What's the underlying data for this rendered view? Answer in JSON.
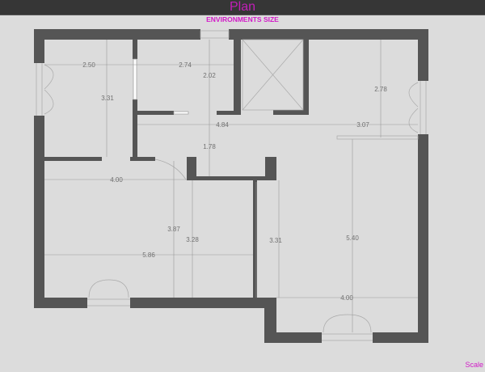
{
  "header": {
    "title": "Plan",
    "subtitle": "ENVIRONMENTS SIZE"
  },
  "footer": {
    "scale_label": "Scale"
  },
  "colors": {
    "wall": "#555555",
    "accent": "#d21bc8",
    "background": "#dcdcdc"
  },
  "dimensions": {
    "d1": "2.50",
    "d2": "2.74",
    "d3": "2.02",
    "d4": "3.31",
    "d5": "2.78",
    "d6": "4.84",
    "d7": "3.07",
    "d8": "1.78",
    "d9": "4.00",
    "d10": "3.87",
    "d11": "3.28",
    "d12": "3.31",
    "d13": "5.86",
    "d14": "5.40",
    "d15": "4.00"
  }
}
